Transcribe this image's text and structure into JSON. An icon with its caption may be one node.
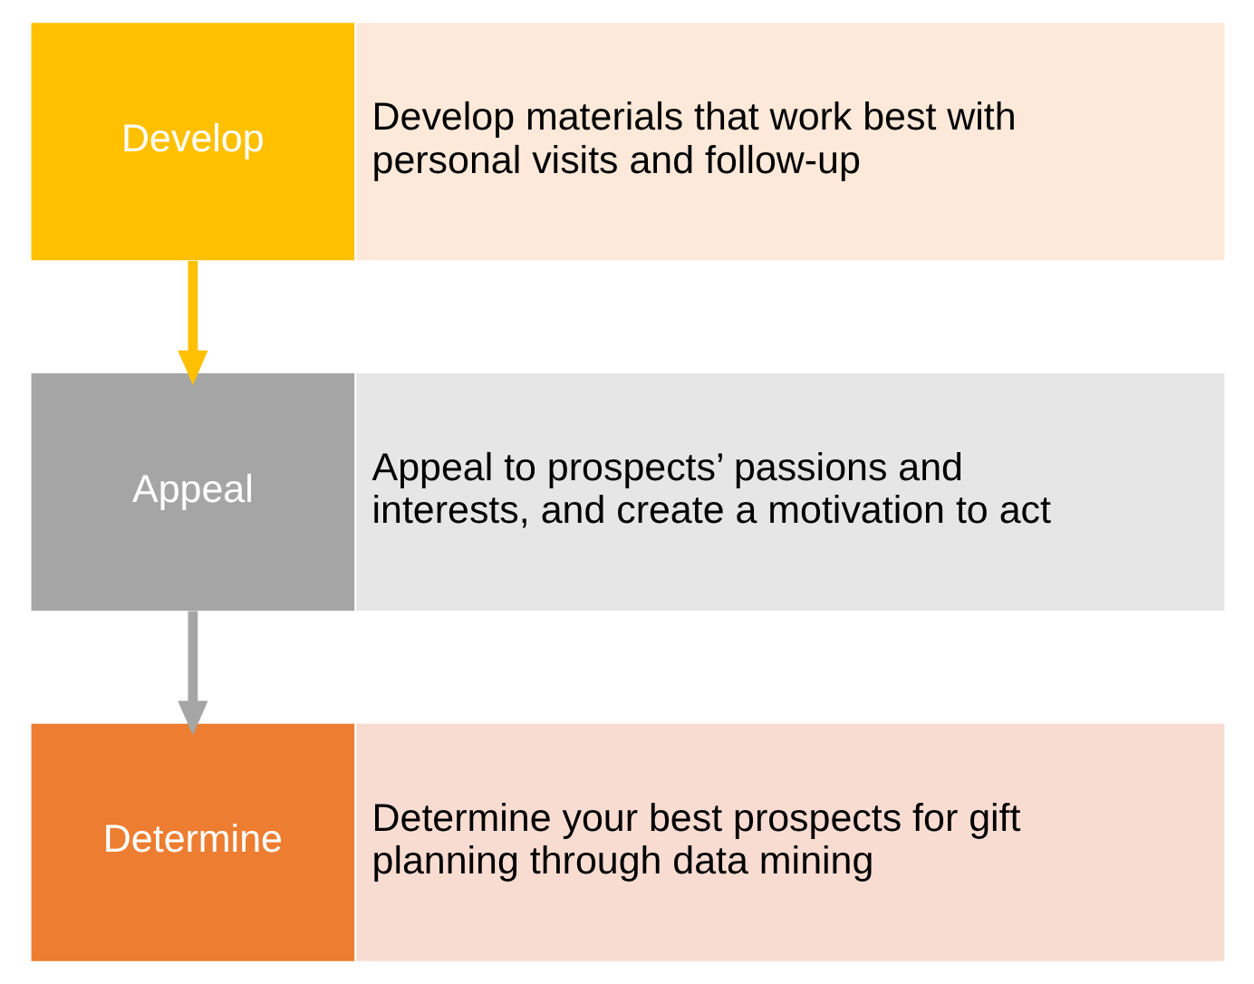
{
  "diagram": {
    "nodes": [
      {
        "text": [
          "Develop"
        ]
      },
      {
        "text": [
          "Develop materials that work best with personal visits and follow-up"
        ]
      },
      {
        "text": [
          "Appeal"
        ]
      },
      {
        "text": [
          "Appeal to prospects’ passions and interests, and create a motivation to act"
        ]
      },
      {
        "text": [
          "Determine"
        ]
      },
      {
        "text": [
          "Determine your best prospects for gift planning through data mining"
        ]
      }
    ],
    "edges": [
      {
        "from": 0,
        "to": 2,
        "arrow": "to",
        "color": "#ffc000"
      },
      {
        "from": 2,
        "to": 4,
        "arrow": "to",
        "color": "#a5a5a5"
      }
    ]
  }
}
